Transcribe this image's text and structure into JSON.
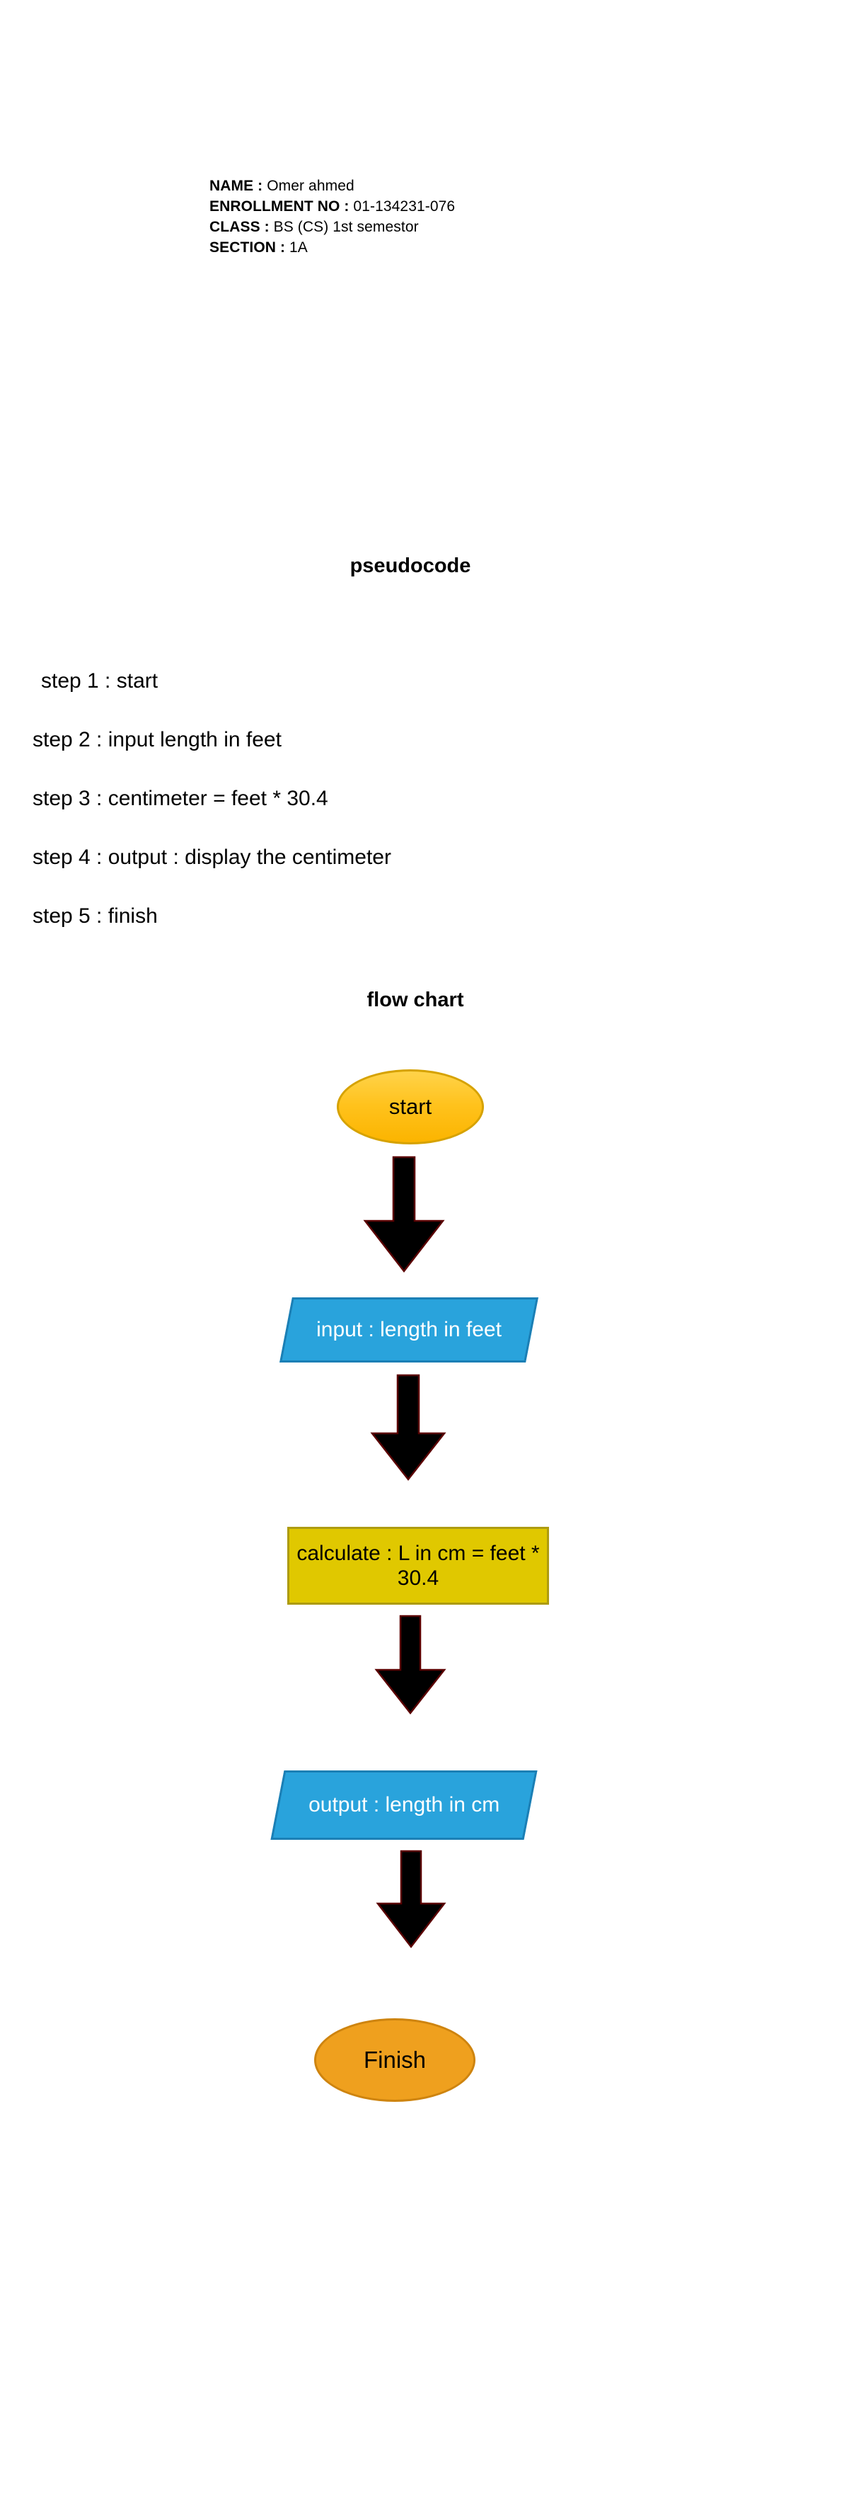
{
  "student_header": {
    "lines": [
      {
        "label": "NAME :",
        "value": "Omer ahmed"
      },
      {
        "label": "ENROLLMENT NO :",
        "value": "01-134231-076"
      },
      {
        "label": "CLASS :",
        "value": "BS (CS) 1st semestor"
      },
      {
        "label": "SECTION :",
        "value": "1A"
      }
    ]
  },
  "pseudocode": {
    "heading": "pseudocode",
    "steps": [
      "step 1 : start",
      "step 2 : input length in feet",
      "step 3 : centimeter = feet * 30.4",
      "step 4 : output : display the centimeter",
      "step 5 : finish"
    ]
  },
  "flowchart": {
    "heading": "flow chart",
    "nodes": [
      {
        "id": "start",
        "shape": "terminator",
        "label": "start",
        "fill": "#FFC21C",
        "stroke": "#D6A200",
        "text_color": "#000000"
      },
      {
        "id": "input",
        "shape": "parallelogram",
        "label": "input : length in feet",
        "fill": "#29A3DC",
        "stroke": "#1B7FB5",
        "text_color": "#FFFFFF"
      },
      {
        "id": "calculate",
        "shape": "rectangle",
        "label": "calculate : L in cm = feet * 30.4",
        "fill": "#E0C800",
        "stroke": "#AD9B12",
        "text_color": "#000000"
      },
      {
        "id": "output",
        "shape": "parallelogram",
        "label": "output : length in cm",
        "fill": "#29A3DC",
        "stroke": "#1B7FB5",
        "text_color": "#FFFFFF"
      },
      {
        "id": "finish",
        "shape": "terminator",
        "label": "Finish",
        "fill": "#EFA01E",
        "stroke": "#CE840F",
        "text_color": "#000000"
      }
    ],
    "edges": [
      {
        "from": "start",
        "to": "input",
        "direction": "down"
      },
      {
        "from": "input",
        "to": "calculate",
        "direction": "down"
      },
      {
        "from": "calculate",
        "to": "output",
        "direction": "down"
      },
      {
        "from": "output",
        "to": "finish",
        "direction": "down"
      }
    ],
    "arrow_fill": "#000000",
    "arrow_stroke": "#5A0000"
  },
  "page": {
    "background": "#FFFFFF"
  }
}
